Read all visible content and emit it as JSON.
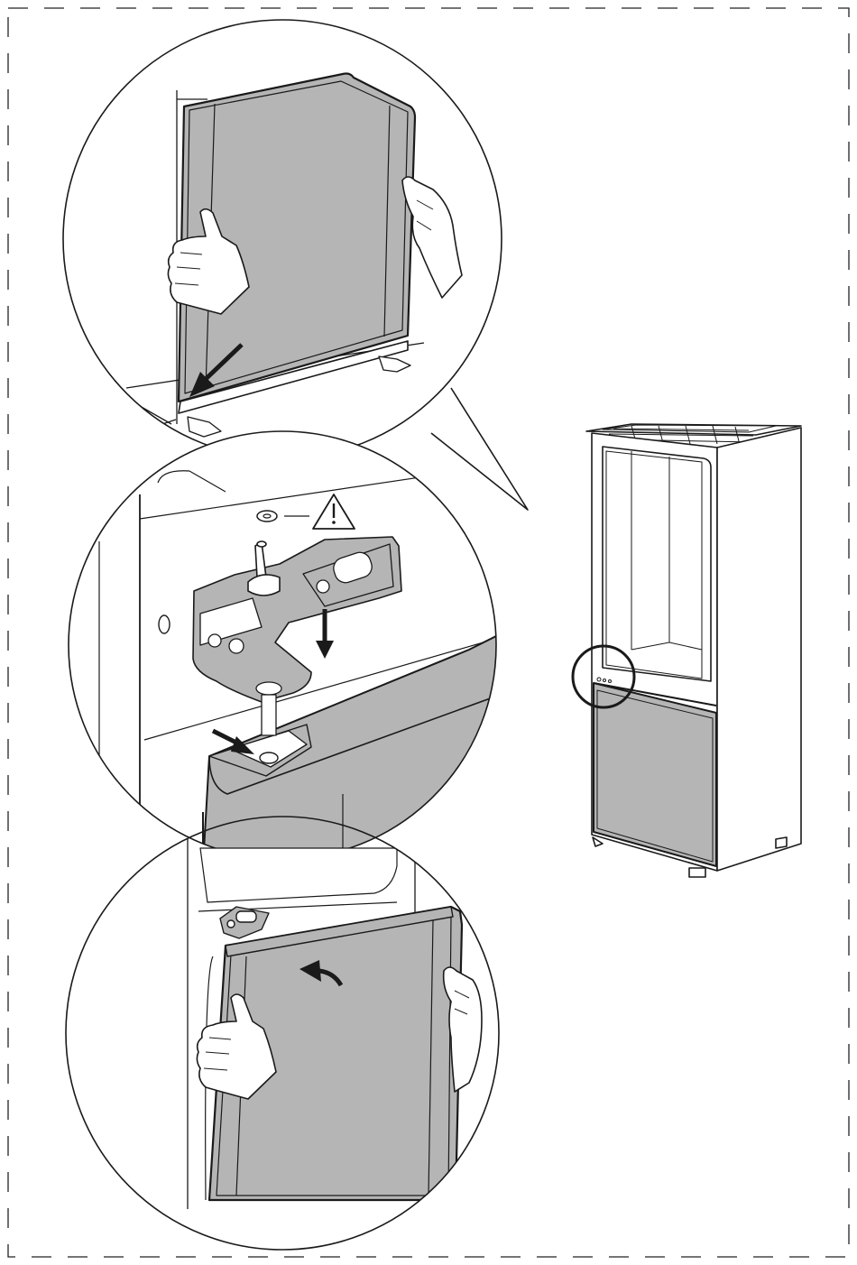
{
  "figure": {
    "kind": "assembly-instruction",
    "step_panels": [
      "lift-door-off",
      "attach-lower-hinge",
      "rehang-door"
    ],
    "detail_callout": "refrigerator-middle-hinge",
    "icons": [
      "warning-triangle-icon",
      "washer-icon",
      "arrow-down-icon",
      "arrow-push-icon",
      "rotate-arrow-icon",
      "hand-icon"
    ],
    "colors": {
      "line": "#1a1a1a",
      "door_fill": "#b5b5b5",
      "paper": "#ffffff",
      "cut_border": "#222222"
    }
  }
}
